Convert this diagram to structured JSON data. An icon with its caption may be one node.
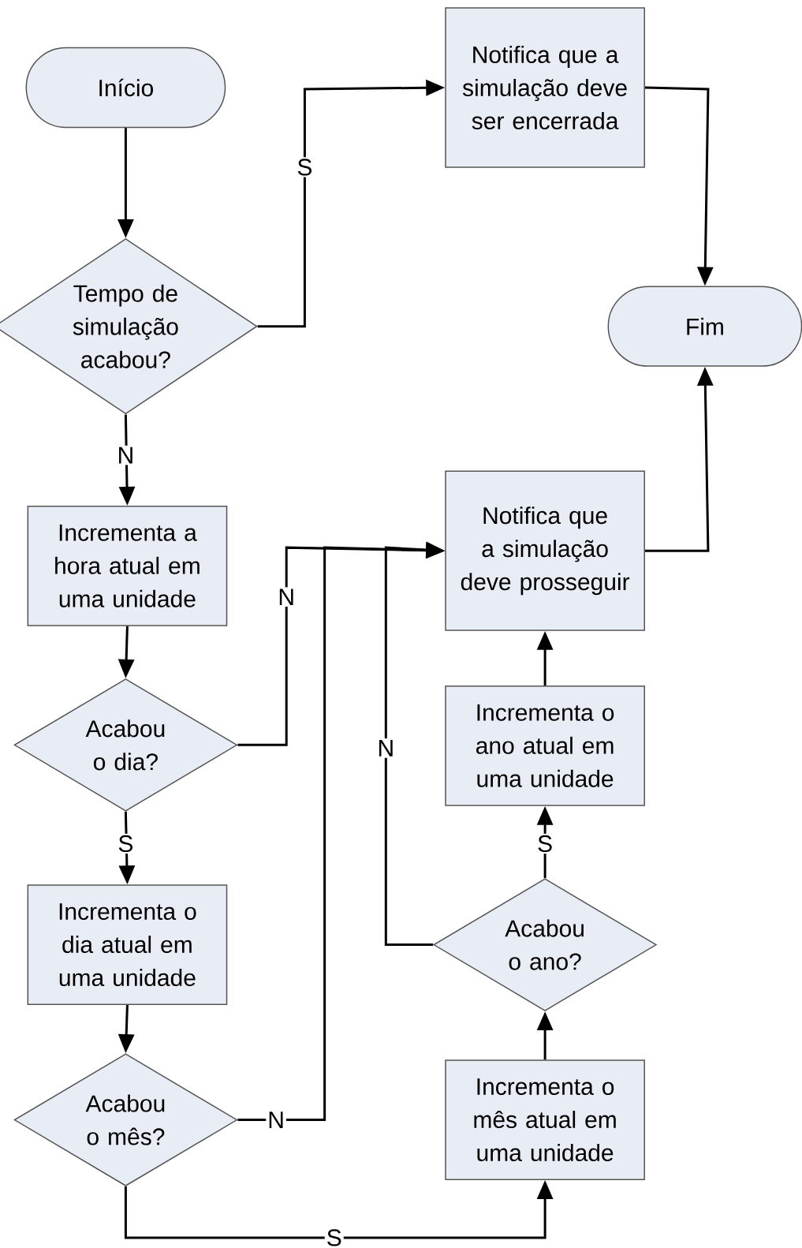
{
  "diagram": {
    "nodes": [
      {
        "text": [
          "Início"
        ]
      },
      {
        "text": [
          "Tempo de simulação acabou?"
        ]
      },
      {
        "text": [
          "Incrementa a hora atual em uma unidade"
        ]
      },
      {
        "text": [
          "Acabou o dia?"
        ]
      },
      {
        "text": [
          "Incrementa o dia atual em uma unidade"
        ]
      },
      {
        "text": [
          "Acabou o mês?"
        ]
      },
      {
        "text": [
          "Notifica que a simulação deve ser encerrada"
        ]
      },
      {
        "text": [
          "Fim"
        ]
      },
      {
        "text": [
          "Notifica que a simulação deve prosseguir"
        ]
      },
      {
        "text": [
          "Incrementa o ano atual em uma unidade"
        ]
      },
      {
        "text": [
          "Acabou o ano?"
        ]
      },
      {
        "text": [
          "Incrementa o mês atual em uma unidade"
        ]
      }
    ],
    "edges": [
      {
        "from": 0,
        "to": 1,
        "arrow": "to"
      },
      {
        "from": 1,
        "to": 6,
        "arrow": "to",
        "label": "S"
      },
      {
        "from": 1,
        "to": 2,
        "arrow": "to",
        "label": "N"
      },
      {
        "from": 2,
        "to": 3,
        "arrow": "to"
      },
      {
        "from": 3,
        "to": 4,
        "arrow": "to",
        "label": "S"
      },
      {
        "from": 3,
        "to": 8,
        "arrow": "to",
        "label": "N"
      },
      {
        "from": 4,
        "to": 5,
        "arrow": "to"
      },
      {
        "from": 5,
        "to": 8,
        "arrow": "to",
        "label": "N"
      },
      {
        "from": 5,
        "to": 11,
        "arrow": "to",
        "label": "S"
      },
      {
        "from": 11,
        "to": 10,
        "arrow": "to"
      },
      {
        "from": 10,
        "to": 9,
        "arrow": "to",
        "label": "S"
      },
      {
        "from": 9,
        "to": 8,
        "arrow": "to"
      },
      {
        "from": 10,
        "to": 8,
        "arrow": "to",
        "label": "N"
      },
      {
        "from": 6,
        "to": 7,
        "arrow": "to"
      },
      {
        "from": 8,
        "to": 7,
        "arrow": "to"
      }
    ]
  }
}
